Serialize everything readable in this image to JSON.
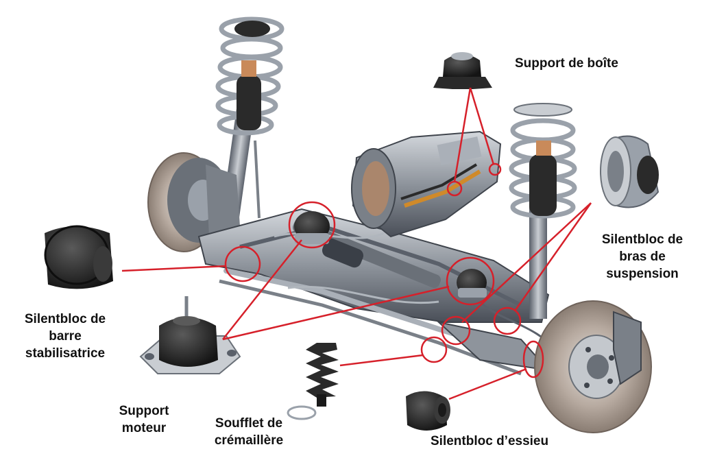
{
  "colors": {
    "callout": "#d6202a",
    "metal_dark": "#4a4f58",
    "metal_mid": "#8e949c",
    "metal_light": "#c9cdd2",
    "rubber": "#1f1f1f",
    "disc": "#b7aaa0",
    "spring": "#9aa1aa",
    "boot": "#2a2a2a"
  },
  "labels": {
    "support_boite": "Support de boîte",
    "silentbloc_bras": [
      "Silentbloc de",
      "bras de",
      "suspension"
    ],
    "silentbloc_barre": [
      "Silentbloc de",
      "barre",
      "stabilisatrice"
    ],
    "support_moteur": [
      "Support",
      "moteur"
    ],
    "soufflet": [
      "Soufflet de",
      "crémaillère"
    ],
    "silentbloc_essieu": "Silentbloc d’essieu"
  },
  "icons": {
    "gearbox_mount": "gearbox-mount-icon",
    "control_arm_bushing": "control-arm-bushing-icon",
    "stabilizer_bushing": "stabilizer-bushing-icon",
    "engine_mount": "engine-mount-icon",
    "rack_boot": "rack-boot-icon",
    "axle_bushing": "axle-bushing-icon"
  }
}
